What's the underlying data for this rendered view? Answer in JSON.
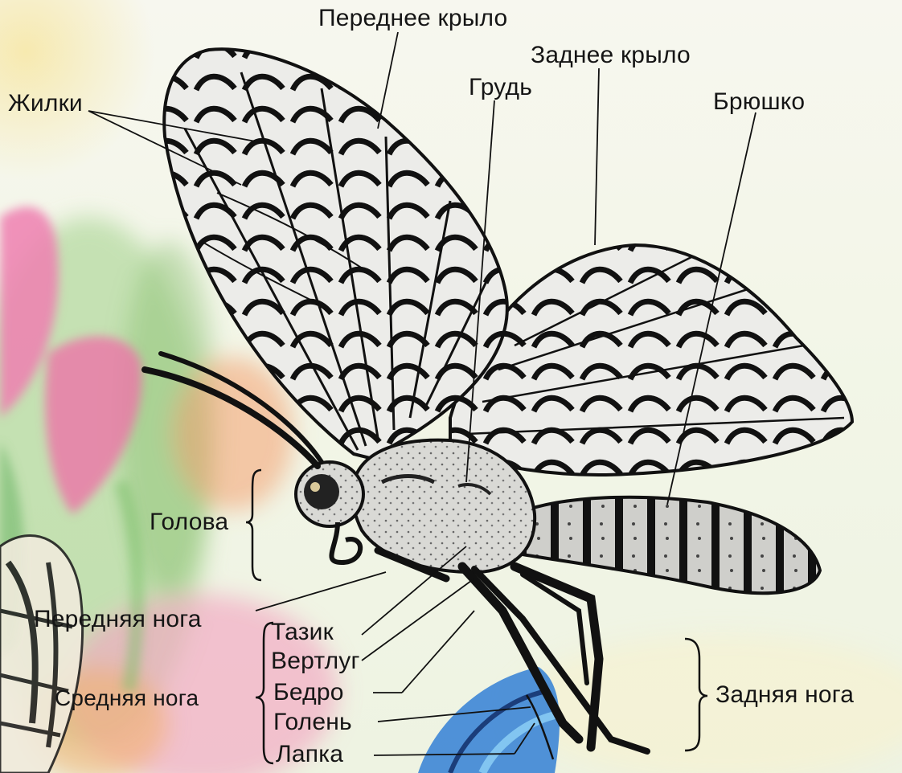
{
  "labels": {
    "front_wing": "Переднее крыло",
    "hind_wing": "Заднее крыло",
    "thorax": "Грудь",
    "abdomen": "Брюшко",
    "veins": "Жилки",
    "head": "Голова",
    "front_leg": "Передняя нога",
    "middle_leg": "Средняя нога",
    "hind_leg": "Задняя нога",
    "coxa": "Тазик",
    "trochanter": "Вертлуг",
    "femur": "Бедро",
    "tibia": "Голень",
    "tarsus": "Лапка"
  },
  "colors": {
    "line": "#1a1a1a",
    "wing_fill": "#e9e9e6",
    "body_fill": "#dcdcd8"
  }
}
